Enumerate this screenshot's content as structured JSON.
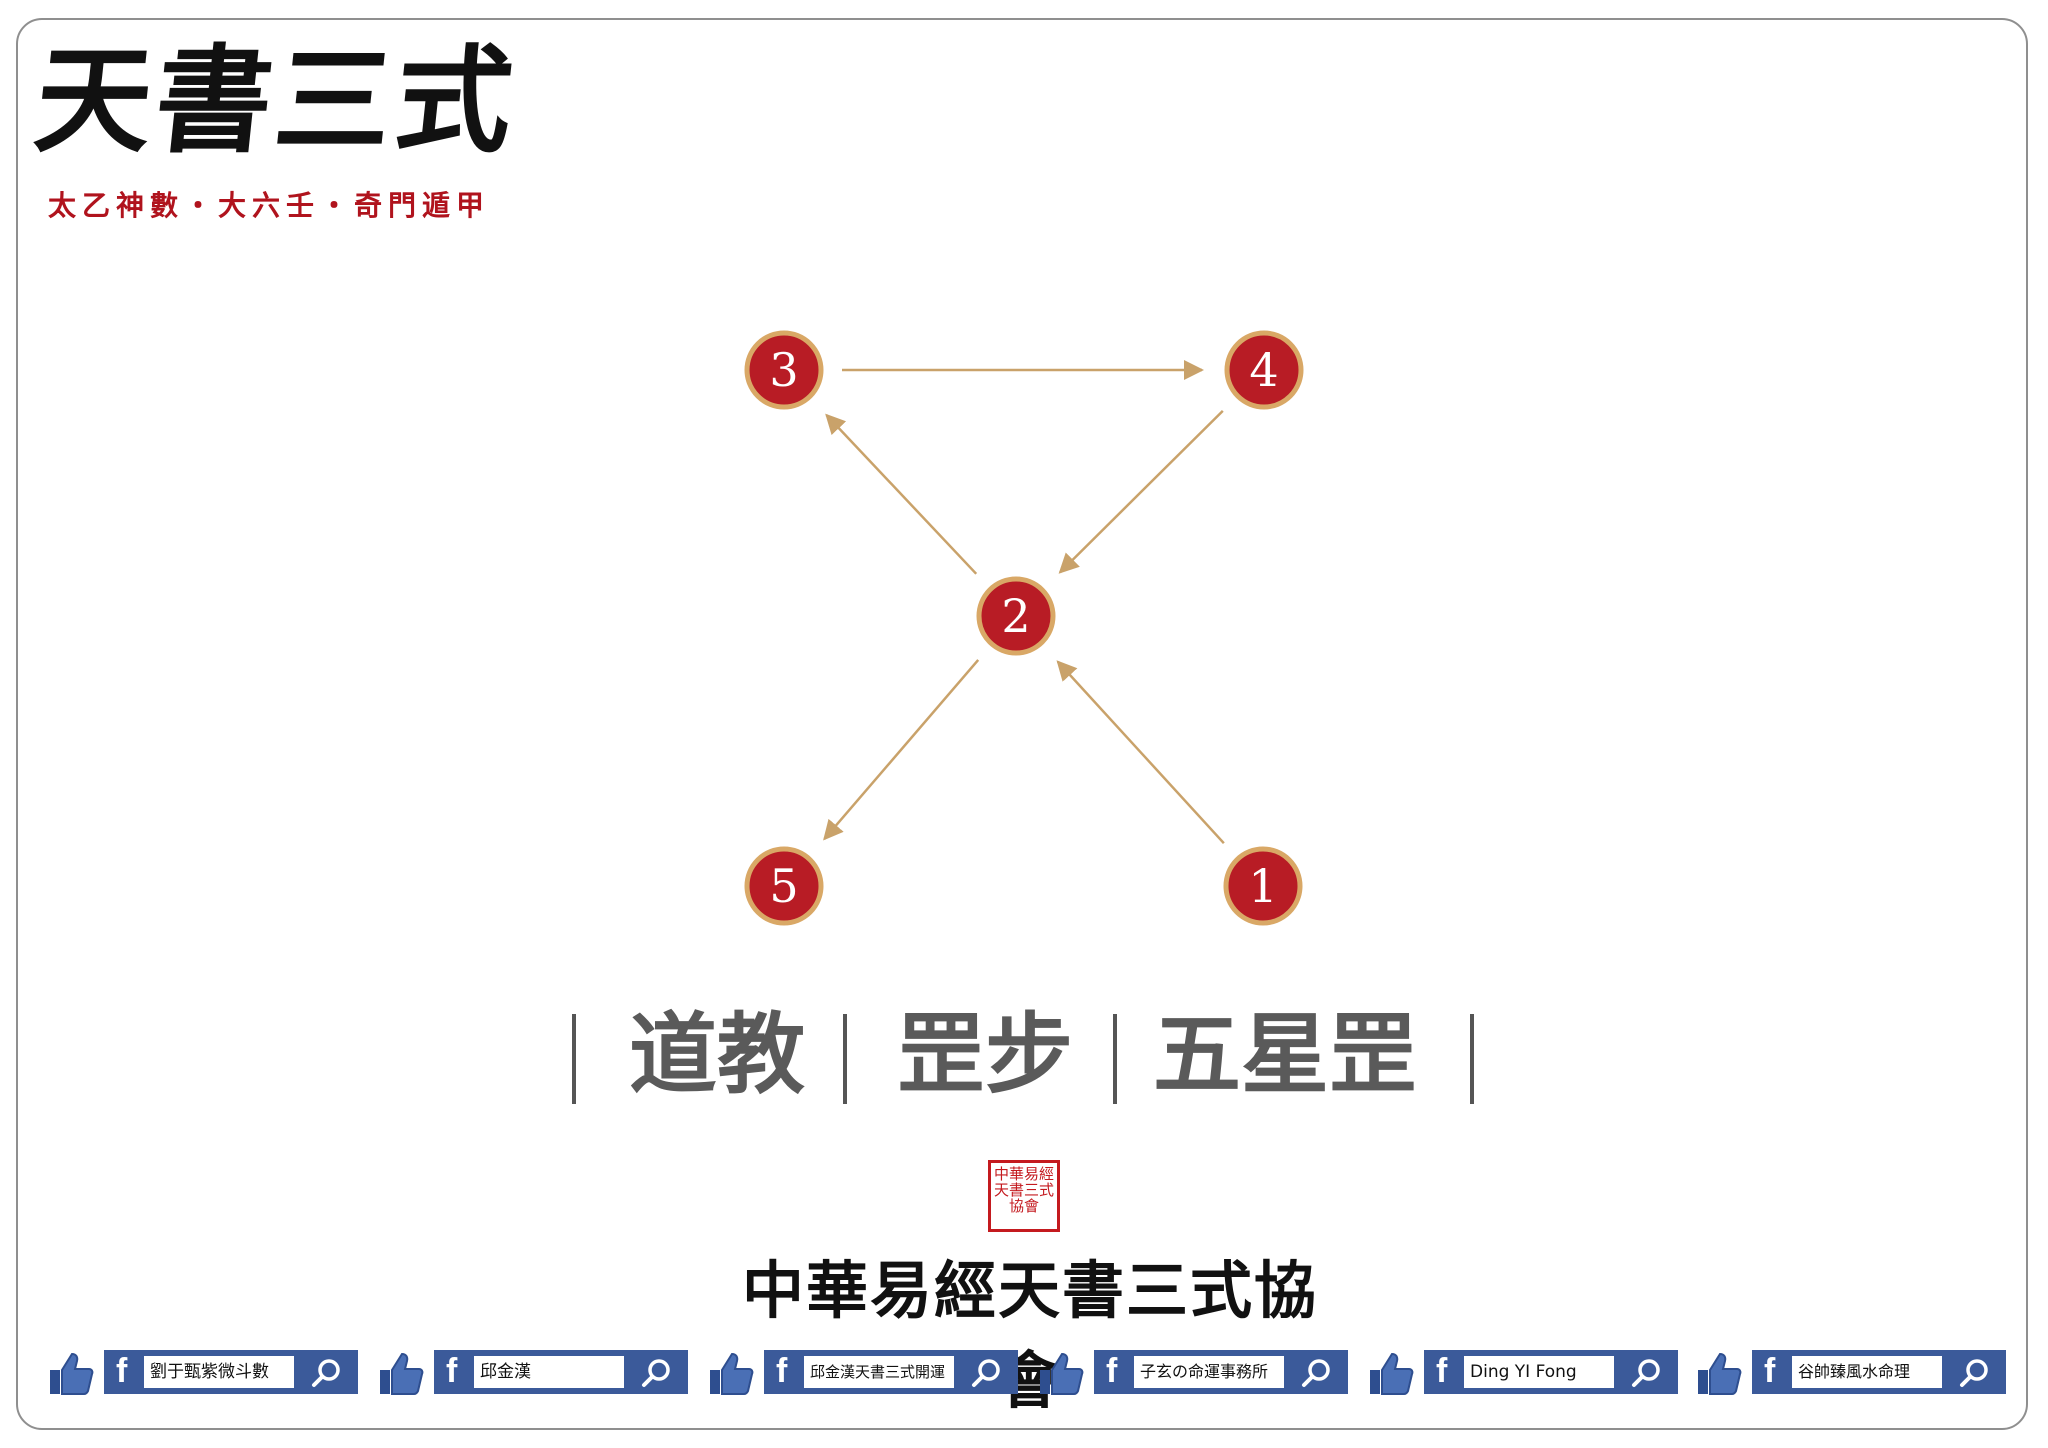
{
  "logo": {
    "title": "天書三式",
    "subtitle": "太乙神數・大六壬・奇門遁甲"
  },
  "diagram": {
    "nodes": [
      {
        "id": "1",
        "label": "1"
      },
      {
        "id": "2",
        "label": "2"
      },
      {
        "id": "3",
        "label": "3"
      },
      {
        "id": "4",
        "label": "4"
      },
      {
        "id": "5",
        "label": "5"
      }
    ],
    "edges": [
      {
        "from": "1",
        "to": "2"
      },
      {
        "from": "2",
        "to": "3"
      },
      {
        "from": "3",
        "to": "4"
      },
      {
        "from": "4",
        "to": "2"
      },
      {
        "from": "2",
        "to": "5"
      }
    ],
    "colors": {
      "node_fill": "#b81c25",
      "node_ring": "#d9a866",
      "edge": "#c9a26a"
    }
  },
  "caption": {
    "words": [
      "道教",
      "罡步",
      "五星罡"
    ],
    "color": "#5a5a5a"
  },
  "footer": {
    "seal_text": "中華易經天書三式協會",
    "org_name": "中華易經天書三式協會",
    "facebook_links": [
      {
        "label": "劉于甄紫微斗數"
      },
      {
        "label": "邱金漢"
      },
      {
        "label": "邱金漢天書三式開運"
      },
      {
        "label": "子玄の命運事務所"
      },
      {
        "label": "Ding YI Fong"
      },
      {
        "label": "谷帥臻風水命理"
      }
    ],
    "brand_color": "#3b5a9a"
  }
}
